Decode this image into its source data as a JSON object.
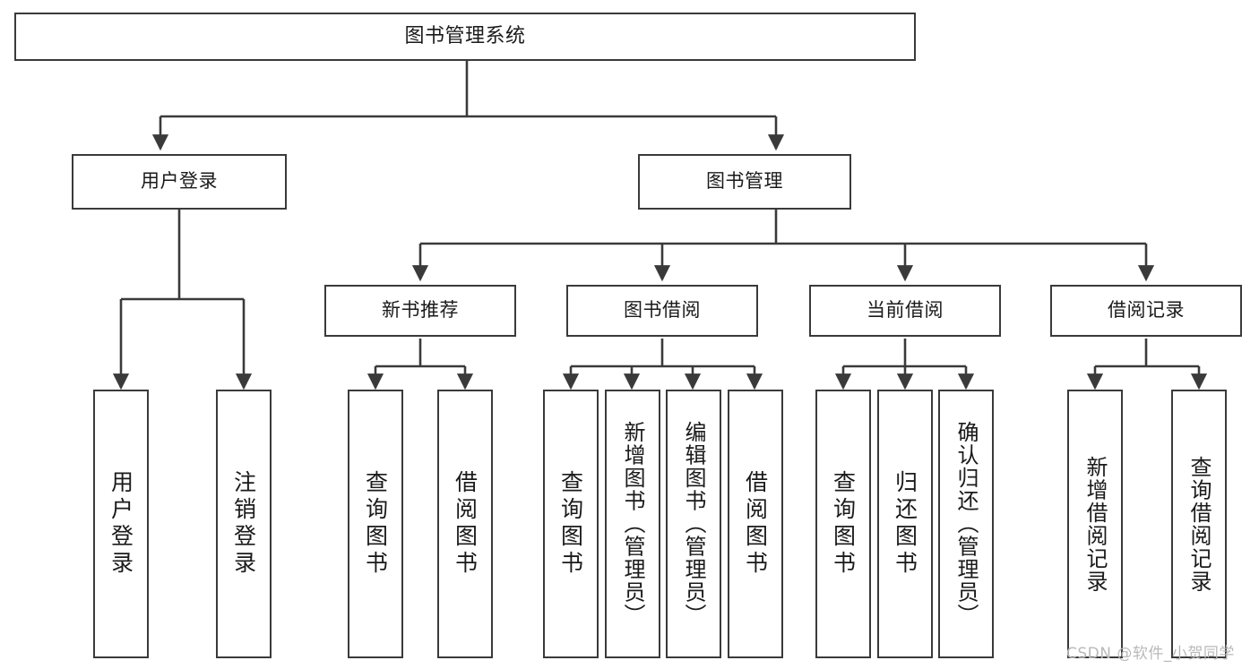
{
  "diagram": {
    "type": "hierarchy-tree",
    "title": "图书管理系统",
    "watermark": "CSDN @软件_小贺同学",
    "colors": {
      "stroke": "#3a3a3a",
      "fill": "#ffffff",
      "text": "#1a1a1a",
      "watermark": "#b9b9b9"
    },
    "levels": {
      "root": {
        "label": "图书管理系统"
      },
      "level2": [
        {
          "id": "user-login",
          "label": "用户登录"
        },
        {
          "id": "book-management",
          "label": "图书管理"
        }
      ],
      "level3": [
        {
          "id": "new-book-recommend",
          "label": "新书推荐"
        },
        {
          "id": "book-borrow",
          "label": "图书借阅"
        },
        {
          "id": "current-borrow",
          "label": "当前借阅"
        },
        {
          "id": "borrow-record",
          "label": "借阅记录"
        }
      ],
      "leaves": {
        "user-login": [
          {
            "id": "leaf-user-login",
            "label": "用户登录"
          },
          {
            "id": "leaf-user-logout",
            "label": "注销登录"
          }
        ],
        "new-book-recommend": [
          {
            "id": "leaf-query-book-1",
            "label": "查询图书"
          },
          {
            "id": "leaf-borrow-book-1",
            "label": "借阅图书"
          }
        ],
        "book-borrow": [
          {
            "id": "leaf-query-book-2",
            "label": "查询图书"
          },
          {
            "id": "leaf-add-book",
            "label": "新增图书（管理员）"
          },
          {
            "id": "leaf-edit-book",
            "label": "编辑图书（管理员）"
          },
          {
            "id": "leaf-borrow-book-2",
            "label": "借阅图书"
          }
        ],
        "current-borrow": [
          {
            "id": "leaf-query-book-3",
            "label": "查询图书"
          },
          {
            "id": "leaf-return-book",
            "label": "归还图书"
          },
          {
            "id": "leaf-confirm-return",
            "label": "确认归还（管理员）"
          }
        ],
        "borrow-record": [
          {
            "id": "leaf-add-record",
            "label": "新增借阅记录"
          },
          {
            "id": "leaf-query-record",
            "label": "查询借阅记录"
          }
        ]
      }
    }
  }
}
